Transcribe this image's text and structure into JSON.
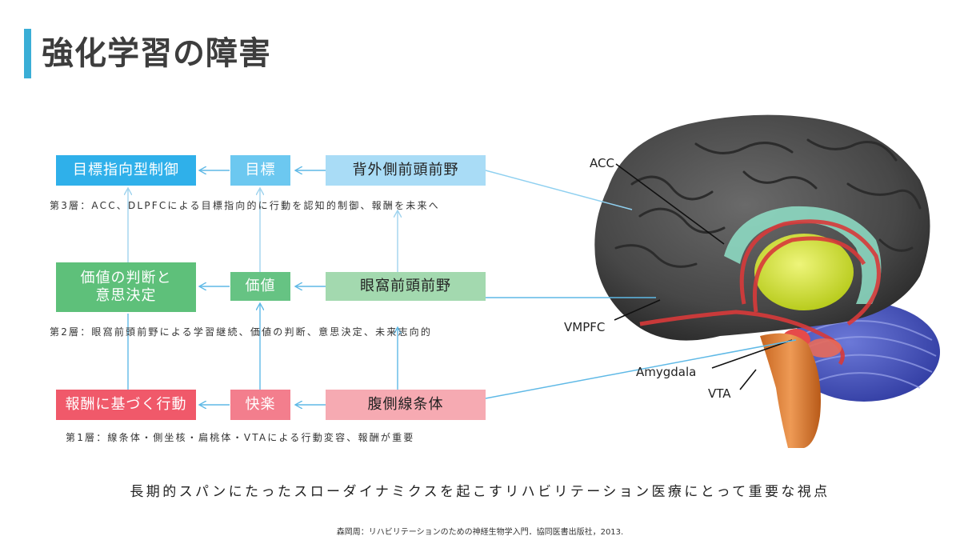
{
  "page": {
    "title": "強化学習の障害",
    "subtitle": "長期的スパンにたったスローダイナミクスを起こすリハビリテーション医療にとって重要な視点",
    "citation": "森岡周：リハビリテーションのための神経生物学入門．協同医書出版社，2013."
  },
  "diagram": {
    "layer3": {
      "outcome": "目標指向型制御",
      "signal": "目標",
      "region": "背外側前頭前野",
      "note": "第3層：ACC、DLPFCによる目標指向的に行動を認知的制御、報酬を未来へ"
    },
    "layer2": {
      "outcome_line1": "価値の判断と",
      "outcome_line2": "意思決定",
      "signal": "価値",
      "region": "眼窩前頭前野",
      "note": "第2層：眼窩前頭前野による学習継続、価値の判断、意思決定、未来志向的"
    },
    "layer1": {
      "outcome": "報酬に基づく行動",
      "signal": "快楽",
      "region": "腹側線条体",
      "note": "第1層：線条体・側坐核・扁桃体・VTAによる行動変容、報酬が重要"
    }
  },
  "brain": {
    "labels": {
      "acc": "ACC",
      "vmpfc": "VMPFC",
      "amygdala": "Amygdala",
      "vta": "VTA"
    }
  },
  "colors": {
    "accent": "#3aaed6",
    "layer3": [
      "#2fb0ea",
      "#6cc8f0",
      "#a9dcf6"
    ],
    "layer2": [
      "#5ec07a",
      "#66c383",
      "#a3d9af"
    ],
    "layer1": [
      "#f0596a",
      "#f37e8d",
      "#f6aab2"
    ],
    "connector": "#5fb9e6"
  }
}
